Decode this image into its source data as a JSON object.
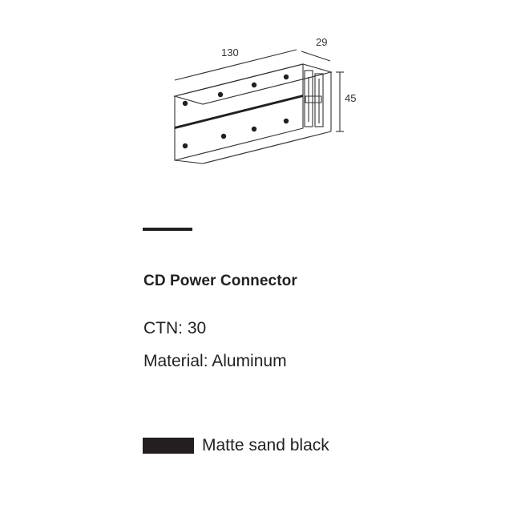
{
  "drawing": {
    "dimensions": {
      "length": "130",
      "depth": "29",
      "height": "45"
    },
    "line_color": "#333333"
  },
  "product": {
    "name": "CD Power Connector",
    "specs": {
      "ctn": "CTN: 30",
      "material": "Material: Aluminum"
    },
    "finish": {
      "name": "Matte sand black",
      "swatch_color": "#231f20"
    }
  },
  "divider_color": "#231f20"
}
